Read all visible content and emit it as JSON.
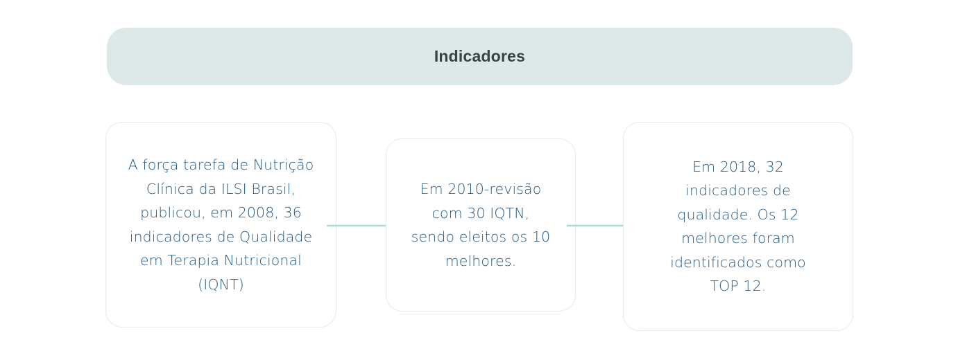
{
  "header": {
    "title": "Indicadores",
    "background_color": "#dde8e9",
    "text_color": "#3b4245"
  },
  "theme": {
    "page_background": "#ffffff",
    "card_background": "#ffffff",
    "card_border_color": "#e4ecec",
    "body_text_color": "#255a86",
    "arrow_color": "#a8ddc8"
  },
  "flow": {
    "cards": [
      {
        "id": "card-1",
        "text": "A força tarefa de Nutrição\nClínica da ILSI Brasil,\npublicou, em 2008, 36\nindicadores de Qualidade\nem Terapia Nutricional\n(IQNT)"
      },
      {
        "id": "card-2",
        "text": "Em 2010-revisão\ncom 30 IQTN,\nsendo eleitos os 10\nmelhores."
      },
      {
        "id": "card-3",
        "text": "Em 2018, 32\nindicadores de\nqualidade. Os 12\nmelhores foram\nidentificados como\nTOP 12."
      }
    ],
    "connectors": [
      {
        "id": "arrow-1",
        "icon": "arrow-right-icon"
      },
      {
        "id": "arrow-2",
        "icon": "arrow-right-icon"
      }
    ]
  }
}
